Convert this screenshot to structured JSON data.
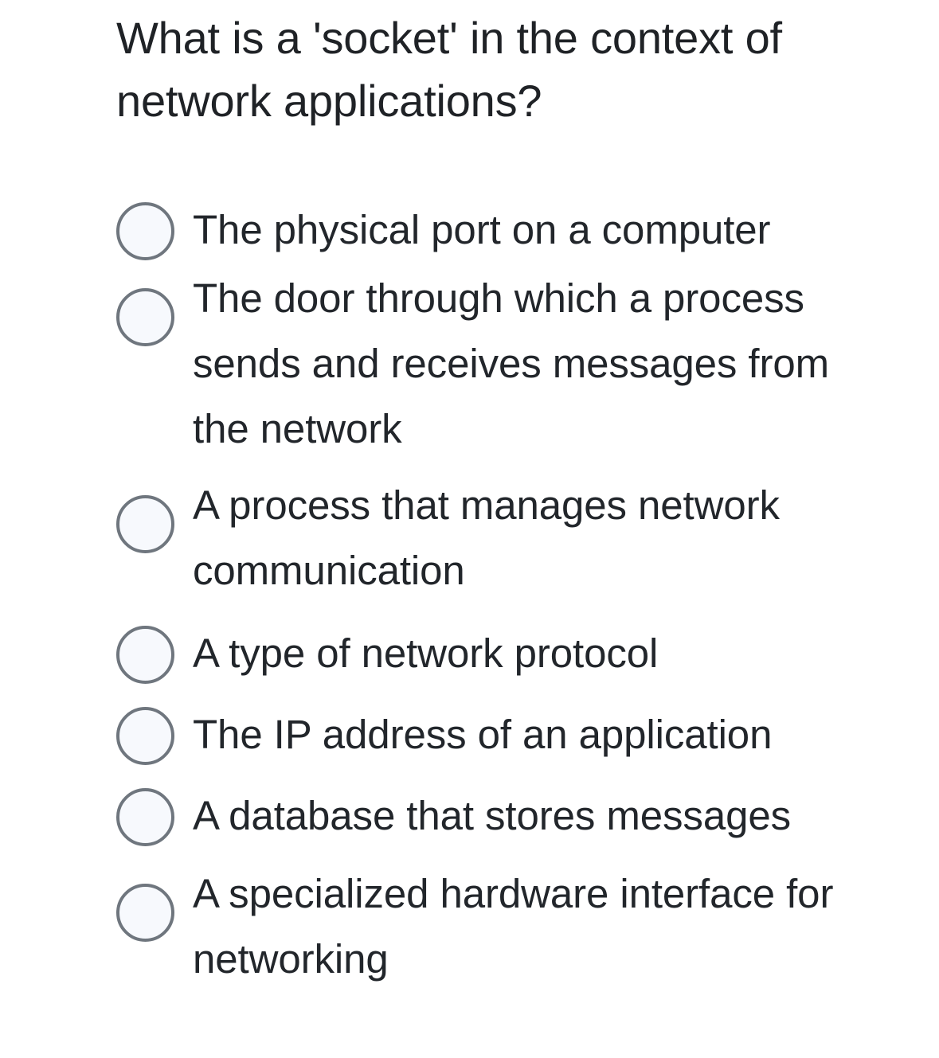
{
  "question": {
    "text": "What is a 'socket' in the context of network applications?"
  },
  "options": [
    {
      "id": "option-1",
      "label": "The physical port on a computer",
      "selected": false
    },
    {
      "id": "option-2",
      "label": "The door through which a process sends and receives messages from the network",
      "selected": false
    },
    {
      "id": "option-3",
      "label": "A process that manages network communication",
      "selected": false
    },
    {
      "id": "option-4",
      "label": "A type of network protocol",
      "selected": false
    },
    {
      "id": "option-5",
      "label": "The IP address of an application",
      "selected": false
    },
    {
      "id": "option-6",
      "label": "A database that stores messages",
      "selected": false
    },
    {
      "id": "option-7",
      "label": "A specialized hardware interface for networking",
      "selected": false
    }
  ],
  "colors": {
    "background": "#ffffff",
    "text": "#22262b",
    "radio_border": "#6f767e",
    "radio_fill": "#f7f9fd"
  }
}
